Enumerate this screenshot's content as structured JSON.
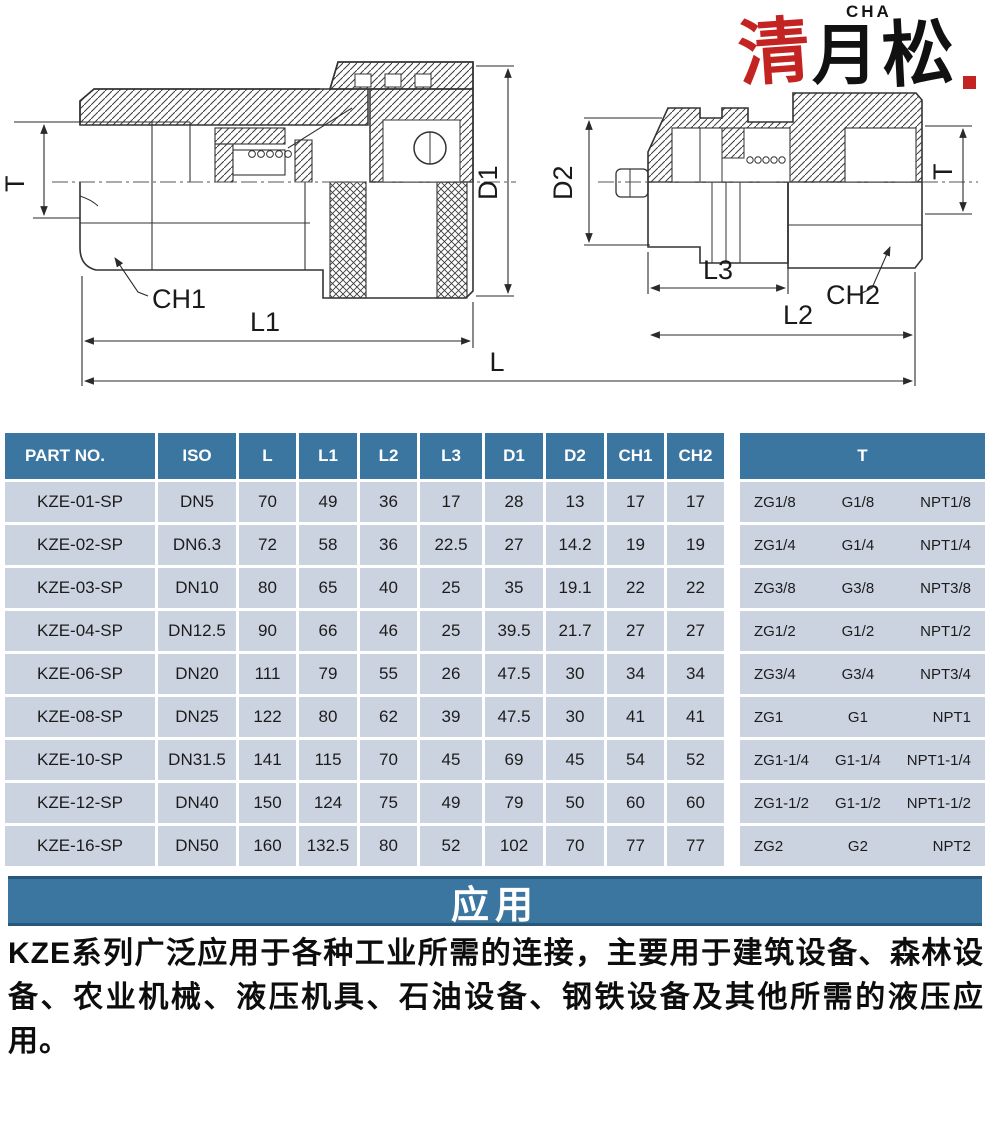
{
  "logo": {
    "cha": "CHA",
    "char_red": "清",
    "char_black_1": "月",
    "char_black_2": "松"
  },
  "drawing": {
    "labels": {
      "t_left": "T",
      "ch1": "CH1",
      "l1": "L1",
      "l": "L",
      "d1": "D1",
      "d2": "D2",
      "l3": "L3",
      "ch2": "CH2",
      "l2": "L2",
      "t_right": "T"
    }
  },
  "table": {
    "headers": [
      "PART NO.",
      "ISO",
      "L",
      "L1",
      "L2",
      "L3",
      "D1",
      "D2",
      "CH1",
      "CH2",
      "T"
    ],
    "rows": [
      [
        "KZE-01-SP",
        "DN5",
        "70",
        "49",
        "36",
        "17",
        "28",
        "13",
        "17",
        "17",
        [
          "ZG1/8",
          "G1/8",
          "NPT1/8"
        ]
      ],
      [
        "KZE-02-SP",
        "DN6.3",
        "72",
        "58",
        "36",
        "22.5",
        "27",
        "14.2",
        "19",
        "19",
        [
          "ZG1/4",
          "G1/4",
          "NPT1/4"
        ]
      ],
      [
        "KZE-03-SP",
        "DN10",
        "80",
        "65",
        "40",
        "25",
        "35",
        "19.1",
        "22",
        "22",
        [
          "ZG3/8",
          "G3/8",
          "NPT3/8"
        ]
      ],
      [
        "KZE-04-SP",
        "DN12.5",
        "90",
        "66",
        "46",
        "25",
        "39.5",
        "21.7",
        "27",
        "27",
        [
          "ZG1/2",
          "G1/2",
          "NPT1/2"
        ]
      ],
      [
        "KZE-06-SP",
        "DN20",
        "111",
        "79",
        "55",
        "26",
        "47.5",
        "30",
        "34",
        "34",
        [
          "ZG3/4",
          "G3/4",
          "NPT3/4"
        ]
      ],
      [
        "KZE-08-SP",
        "DN25",
        "122",
        "80",
        "62",
        "39",
        "47.5",
        "30",
        "41",
        "41",
        [
          "ZG1",
          "G1",
          "NPT1"
        ]
      ],
      [
        "KZE-10-SP",
        "DN31.5",
        "141",
        "115",
        "70",
        "45",
        "69",
        "45",
        "54",
        "52",
        [
          "ZG1-1/4",
          "G1-1/4",
          "NPT1-1/4"
        ]
      ],
      [
        "KZE-12-SP",
        "DN40",
        "150",
        "124",
        "75",
        "49",
        "79",
        "50",
        "60",
        "60",
        [
          "ZG1-1/2",
          "G1-1/2",
          "NPT1-1/2"
        ]
      ],
      [
        "KZE-16-SP",
        "DN50",
        "160",
        "132.5",
        "80",
        "52",
        "102",
        "70",
        "77",
        "77",
        [
          "ZG2",
          "G2",
          "NPT2"
        ]
      ]
    ]
  },
  "application": {
    "title": "应用",
    "body": "KZE系列广泛应用于各种工业所需的连接，主要用于建筑设备、森林设备、农业机械、液压机具、石油设备、钢铁设备及其他所需的液压应用。"
  },
  "colors": {
    "header_blue": "#3a76a0",
    "header_blue_dark": "#27587a",
    "cell_bg": "#ccd3e0",
    "logo_red": "#c42421",
    "line": "#333333"
  }
}
